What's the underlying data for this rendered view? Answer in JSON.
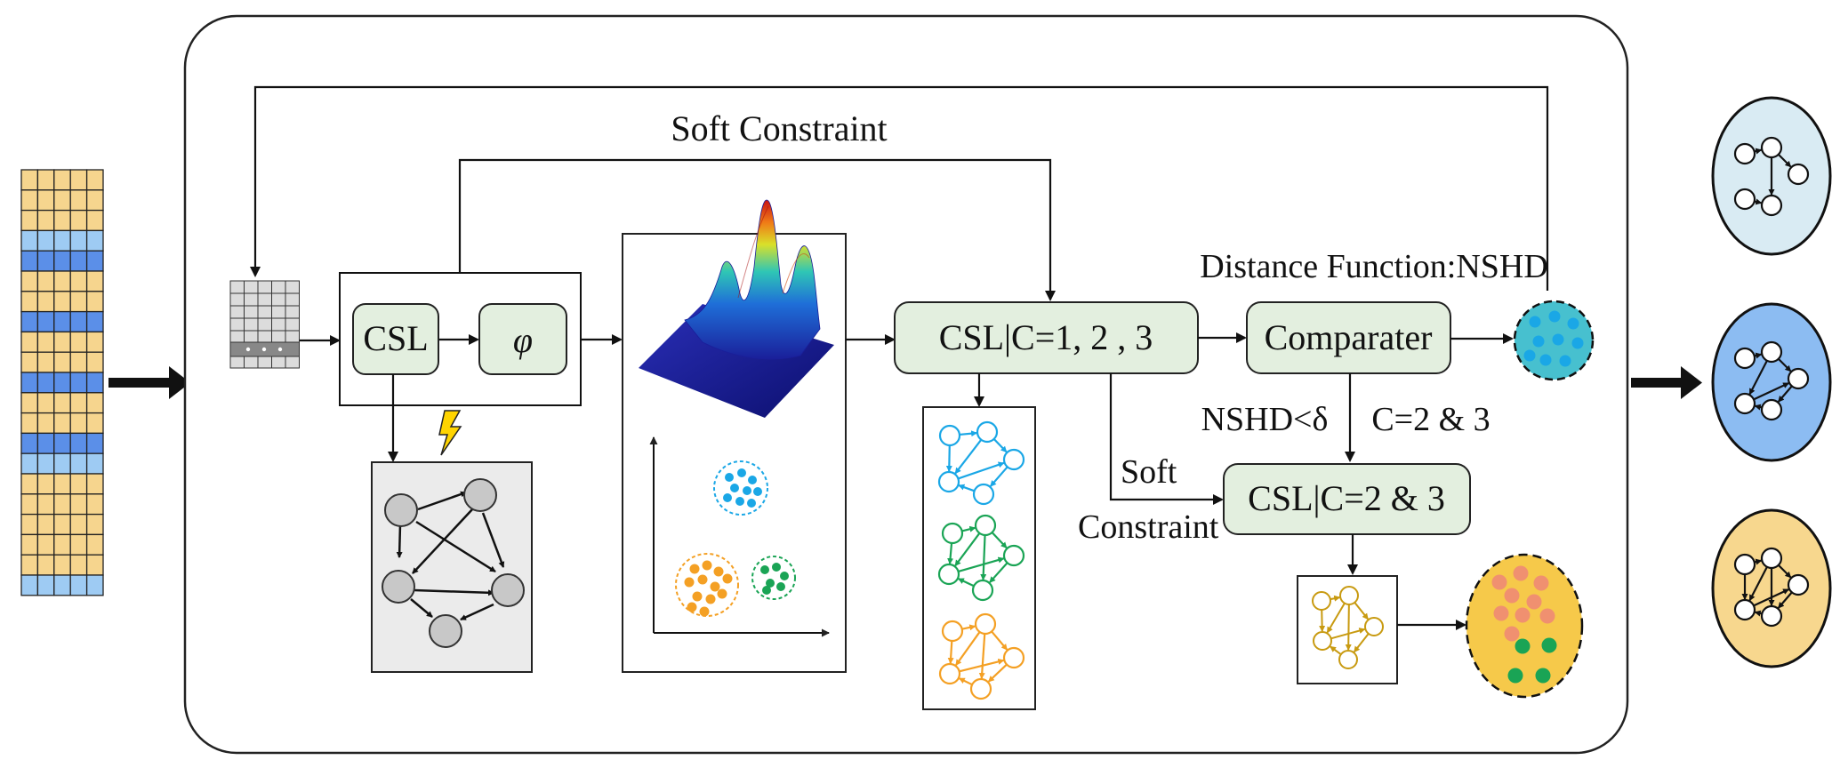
{
  "labels": {
    "soft_constraint_top": "Soft Constraint",
    "distance_function": "Distance Function:NSHD",
    "csl": "CSL",
    "phi": "φ",
    "csl_c123": "CSL|C=1, 2 , 3",
    "comparater": "Comparater",
    "nshd_cond": "NSHD<δ",
    "c23_cond": "C=2 & 3",
    "soft_bottom_1": "Soft",
    "soft_bottom_2": "Constraint",
    "csl_c23": "CSL|C=2 & 3"
  },
  "colors": {
    "yellow": "#f6d58e",
    "light_blue": "#9ecbf3",
    "mid_blue": "#5b8fe8",
    "node_box": "#e3efdf",
    "cluster_cyan": "#1aa7e6",
    "cluster_green": "#1aa455",
    "cluster_orange": "#f4a024",
    "gold": "#c89a10",
    "out_light": "#d9ebf3",
    "out_blue": "#8cbcf2",
    "out_yellow": "#f7d78e",
    "merged_bg": "#f6c94a",
    "salmon": "#f09070"
  },
  "icons": {
    "lightning": "lightning-icon"
  }
}
